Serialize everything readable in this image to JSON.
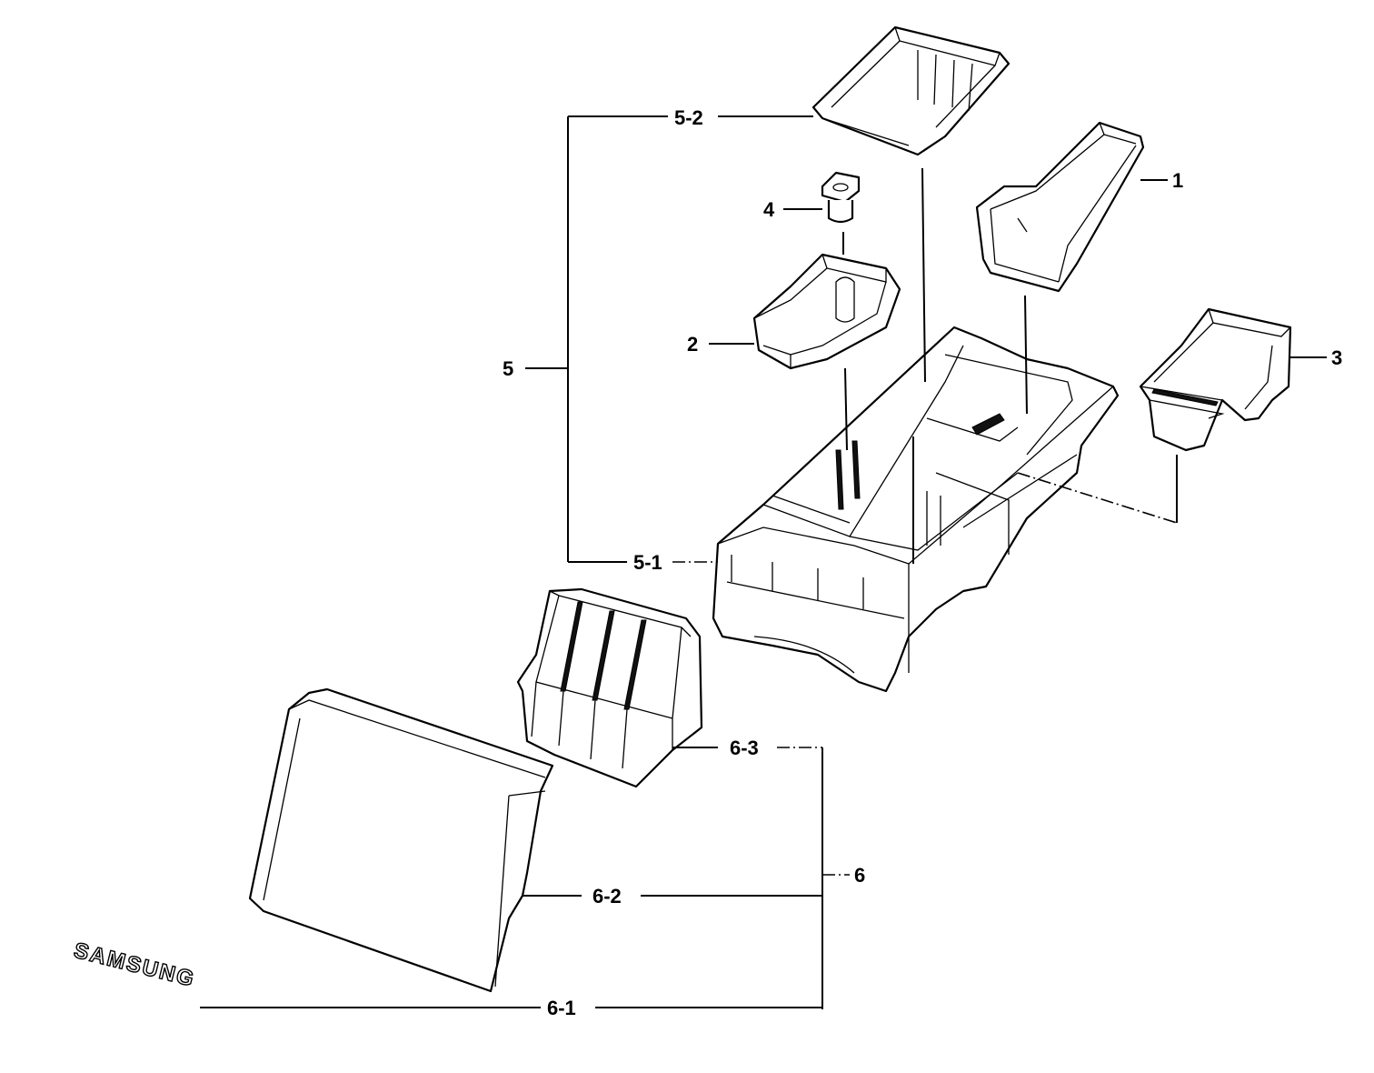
{
  "labels": {
    "p1": "1",
    "p2": "2",
    "p3": "3",
    "p4": "4",
    "p5": "5",
    "p5_1": "5-1",
    "p5_2": "5-2",
    "p6": "6",
    "p6_1": "6-1",
    "p6_2": "6-2",
    "p6_3": "6-3"
  },
  "logo": "SAMSUNG"
}
